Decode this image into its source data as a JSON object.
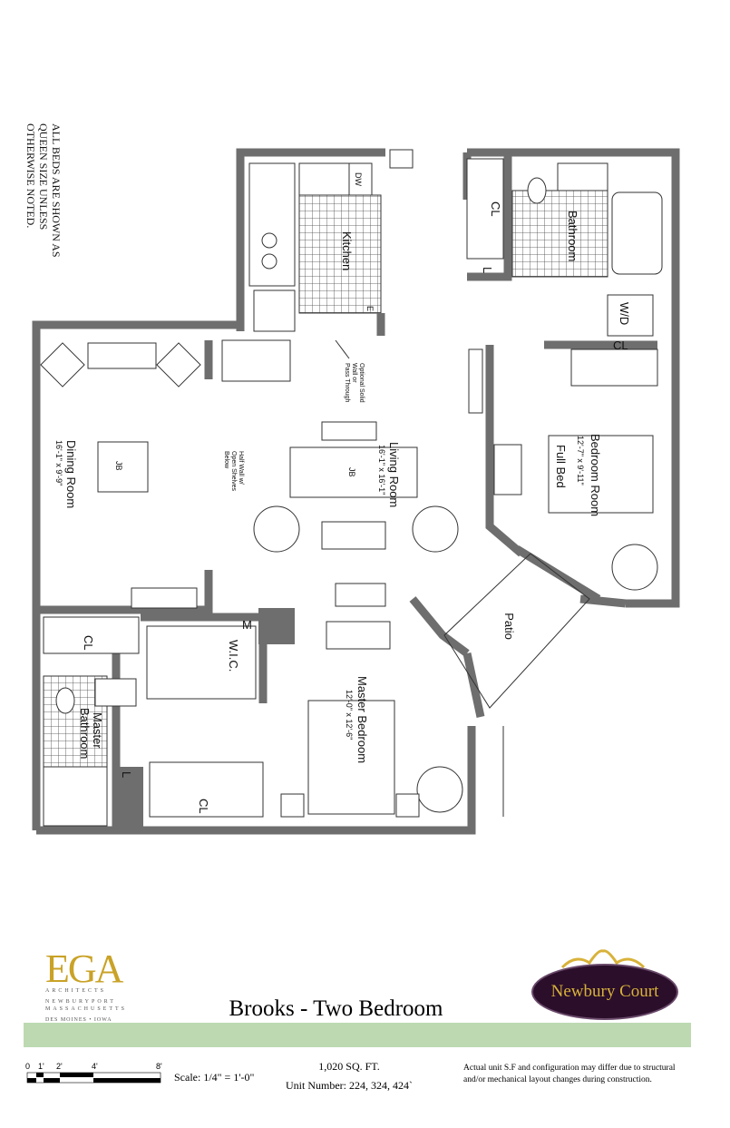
{
  "note": {
    "line1": "ALL BEDS ARE SHOWN AS",
    "line2": "QUEEN SIZE UNLESS",
    "line3": "OTHERWISE NOTED."
  },
  "rooms": {
    "kitchen": "Kitchen",
    "dw": "DW",
    "e": "E",
    "bathroom": "Bathroom",
    "cl": "CL",
    "l": "L",
    "wd": "W/D",
    "dining": {
      "name": "Dining Room",
      "dims": "16'-1\" x 9'-9\""
    },
    "living": {
      "name": "Living Room",
      "dims": "16'-1\" x 16'-1\""
    },
    "bedroom": {
      "name": "Bedroom Room",
      "dims": "12'-7\" x 9'-11\"",
      "bed": "Full Bed"
    },
    "patio": "Patio",
    "master": {
      "name": "Master Bedroom",
      "dims": "12'-0\" x 12'-6\""
    },
    "wic": "W.I.C.",
    "m": "M",
    "master_bath": {
      "line1": "Master",
      "line2": "Bathroom"
    },
    "jb": "JB"
  },
  "annotations": {
    "optional_wall": [
      "Optional Solid",
      "Wall or",
      "Pass Through"
    ],
    "half_wall": [
      "Half Wall w/",
      "Open Shelves",
      "Below"
    ]
  },
  "footer": {
    "architect": {
      "name": "EGA",
      "sub": "ARCHITECTS",
      "city1": "NEWBURYPORT",
      "city2": "MASSACHUSETTS",
      "city3": "DES MOINES • IOWA"
    },
    "brand": "Newbury Court",
    "title": "Brooks - Two Bedroom",
    "sqft": "1,020 SQ. FT.",
    "units": "Unit Number:  224, 324, 424`",
    "scale": "Scale: 1/4\" = 1'-0\"",
    "scale_ticks": [
      "0",
      "1'",
      "2'",
      "4'",
      "8'"
    ],
    "disclaimer1": "Actual unit S.F and configuration may differ due to structural",
    "disclaimer2": "and/or mechanical layout changes during construction."
  }
}
